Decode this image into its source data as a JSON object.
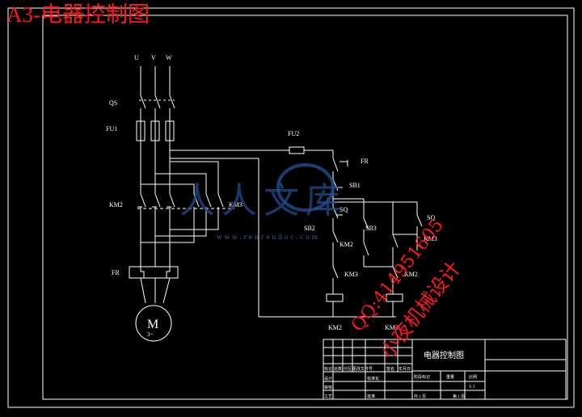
{
  "header": {
    "title": "A3-电器控制图"
  },
  "phases": {
    "u": "U",
    "v": "V",
    "w": "W"
  },
  "labels": {
    "qs": "QS",
    "fu1": "FU1",
    "km2_left": "KM2",
    "fr_left": "FR",
    "km3_mid": "KM3",
    "fu2": "FU2",
    "fr": "FR",
    "sb1": "SB1",
    "sq1": "SQ",
    "sb2": "SB2",
    "km2_c": "KM2",
    "sb3": "SB3",
    "km3_c": "KM3",
    "sq2": "SQ",
    "km2_c2": "KM2",
    "km3_il": "KM3",
    "km2_coil": "KM2",
    "km3_coil": "KM3"
  },
  "motor": {
    "symbol": "M",
    "phase": "3~"
  },
  "titleblock": {
    "drawing_name": "电器控制图",
    "c_mark": "标记",
    "c_count": "处数",
    "c_zone": "分区",
    "c_docno": "更改文件号",
    "c_sign": "签名",
    "c_date": "年月日",
    "design": "设计",
    "std": "标准化",
    "stage": "阶段标记",
    "weight": "重量",
    "scale": "比例",
    "scale_val": "1:1",
    "review": "审核",
    "craft": "工艺",
    "approve": "批准",
    "sheet_total": "共 1 页",
    "sheet_no": "第 1 页"
  },
  "watermark": {
    "brand": "人人文库",
    "url": "w w w . r e n r e n d o c . c o m",
    "qq": "QQ:414951605",
    "shop": "小夜机械设计"
  },
  "colors": {
    "line": "#ffffff",
    "title": "#ff1a1a",
    "watermark": "#1f4e8c"
  }
}
